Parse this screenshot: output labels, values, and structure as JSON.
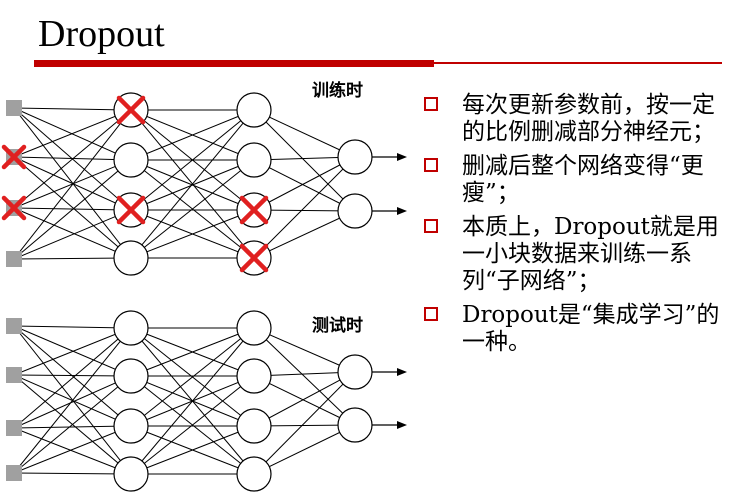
{
  "slide": {
    "title": "Dropout"
  },
  "diagram": {
    "train_label": "训练时",
    "test_label": "测试时",
    "accent_color": "#c00000",
    "drop_mark_color": "#e02020",
    "input_node_color": "#a0a0a0"
  },
  "bullets": [
    {
      "text": "每次更新参数前，按一定的比例删减部分神经元；"
    },
    {
      "text": "删减后整个网络变得“更瘦”；"
    },
    {
      "text": "本质上，Dropout就是用一小块数据来训练一系列“子网络”；"
    },
    {
      "text": "Dropout是“集成学习”的一种。"
    }
  ],
  "icons": {
    "bullet": "square-bullet-icon",
    "dropped": "red-x-icon",
    "output": "arrow-right-icon"
  }
}
